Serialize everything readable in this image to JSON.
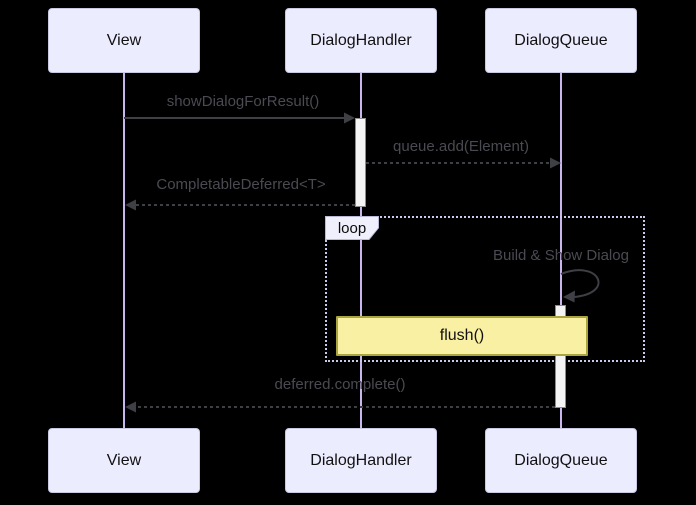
{
  "diagram": {
    "type": "sequence-diagram",
    "background_color": "#000000",
    "actors": [
      {
        "name": "View"
      },
      {
        "name": "DialogHandler"
      },
      {
        "name": "DialogQueue"
      }
    ],
    "messages": [
      {
        "text": "showDialogForResult()",
        "from": "View",
        "to": "DialogHandler",
        "line": "solid"
      },
      {
        "text": "queue.add(Element)",
        "from": "DialogHandler",
        "to": "DialogQueue",
        "line": "dashed"
      },
      {
        "text": "CompletableDeferred<T>",
        "from": "DialogHandler",
        "to": "View",
        "line": "dashed"
      },
      {
        "text": "Build & Show Dialog",
        "from": "DialogQueue",
        "to": "DialogQueue",
        "line": "self-loop"
      },
      {
        "text": "deferred.complete()",
        "from": "DialogQueue",
        "to": "View",
        "line": "dashed"
      }
    ],
    "loop": {
      "label": "loop"
    },
    "note": {
      "text": "flush()"
    },
    "colors": {
      "actor_fill": "#ECECFF",
      "actor_border": "#C8C8E0",
      "lifeline": "#C9B6EC",
      "activation_fill": "#F4F4F4",
      "activation_border": "#8C8C8C",
      "arrow": "#3F3F46",
      "message_text": "#4A4A52",
      "loop_border": "#C9C9EA",
      "note_fill": "#FAF0A3",
      "note_border": "#AAA53E"
    }
  }
}
